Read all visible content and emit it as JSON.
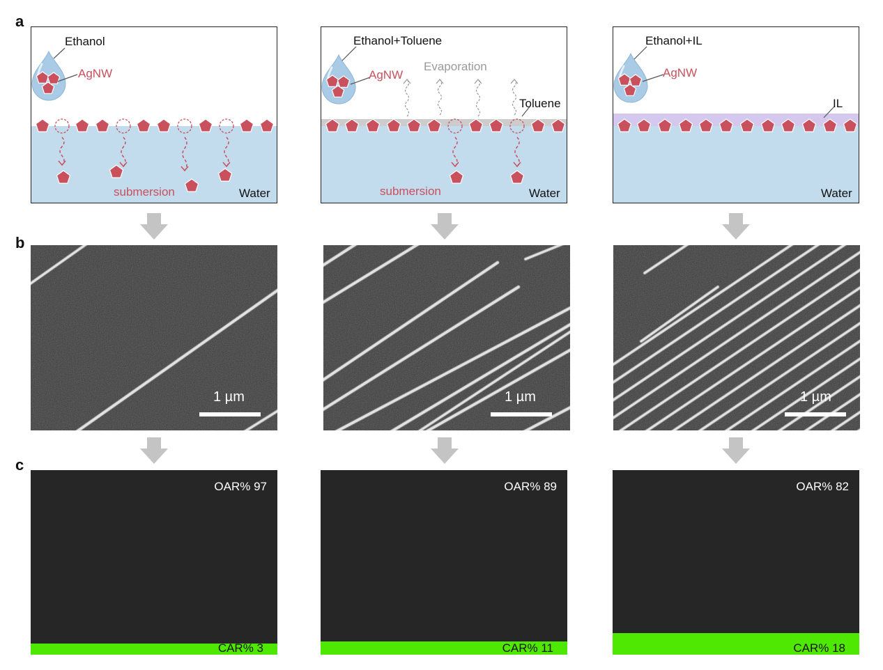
{
  "panel_labels": {
    "a": "a",
    "b": "b",
    "c": "c"
  },
  "colors": {
    "water": "#c2dbed",
    "agnw": "#c9505d",
    "toluene": "#cccccc",
    "il": "#d4c8ef",
    "arrow": "#c4c4c4",
    "sem_bg": "#3a3a3a",
    "binary_bg": "#262626",
    "binary_fg": "#4ee802"
  },
  "schematics": [
    {
      "solvent": "Ethanol",
      "agnw": "AgNW",
      "water": "Water",
      "submersion": "submersion"
    },
    {
      "solvent": "Ethanol+Toluene",
      "agnw": "AgNW",
      "water": "Water",
      "submersion": "submersion",
      "evaporation": "Evaporation",
      "layer": "Toluene"
    },
    {
      "solvent": "Ethanol+IL",
      "agnw": "AgNW",
      "water": "Water",
      "layer": "IL"
    }
  ],
  "sem_images": [
    {
      "scale": "1 µm"
    },
    {
      "scale": "1 µm"
    },
    {
      "scale": "1 µm"
    }
  ],
  "binary_maps": [
    {
      "oar_label": "OAR% 97",
      "car_label": "CAR% 3",
      "car_fraction": 0.03
    },
    {
      "oar_label": "OAR% 89",
      "car_label": "CAR% 11",
      "car_fraction": 0.11
    },
    {
      "oar_label": "OAR% 82",
      "car_label": "CAR% 18",
      "car_fraction": 0.18
    }
  ]
}
